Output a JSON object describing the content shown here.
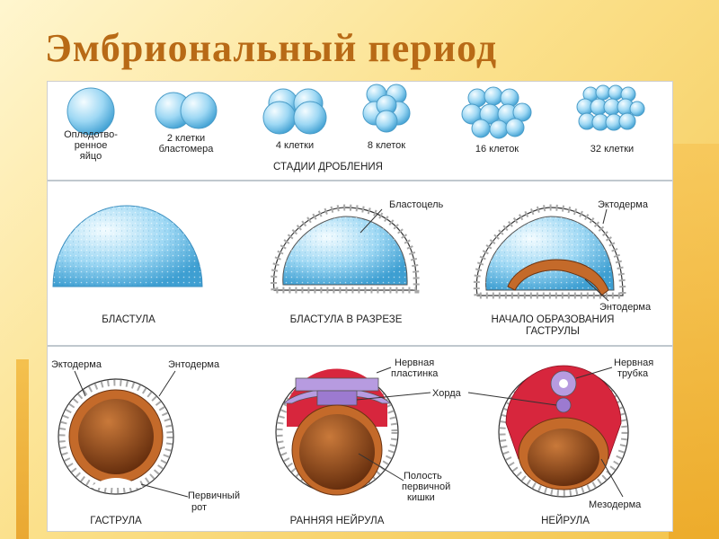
{
  "title": "Эмбриональный период",
  "cleavage": {
    "stage_labels": [
      [
        "Оплодотво-",
        "ренное",
        "яйцо"
      ],
      [
        "2 клетки",
        "бластомера"
      ],
      [
        "4 клетки"
      ],
      [
        "8 клеток"
      ],
      [
        "16 клеток"
      ],
      [
        "32 клетки"
      ]
    ],
    "caption": "СТАДИИ ДРОБЛЕНИЯ"
  },
  "blastula_row": {
    "captions": [
      "БЛАСТУЛА",
      "БЛАСТУЛА В РАЗРЕЗЕ",
      "НАЧАЛО ОБРАЗОВАНИЯ",
      "ГАСТРУЛЫ"
    ],
    "labels": {
      "blastocoel": "Бластоцель",
      "ectoderm": "Эктодерма",
      "endoderm": "Энтодерма"
    }
  },
  "gastrula_row": {
    "captions": [
      "ГАСТРУЛА",
      "РАННЯЯ НЕЙРУЛА",
      "НЕЙРУЛА"
    ],
    "labels": {
      "ectoderm": "Эктодерма",
      "endoderm": "Энтодерма",
      "primary_mouth": [
        "Первичный",
        "рот"
      ],
      "neural_plate": [
        "Нервная",
        "пластинка"
      ],
      "chord": "Хорда",
      "gut_cavity": [
        "Полость",
        "первичной",
        "кишки"
      ],
      "neural_tube": [
        "Нервная",
        "трубка"
      ],
      "mesoderm": "Мезодерма"
    }
  },
  "colors": {
    "title": "#b86a16",
    "cell_blue": "#8fd0f0",
    "endoderm": "#c46a2a",
    "yolk": "#7a3a12",
    "neural": "#b79be0",
    "mesoderm": "#d7263d"
  }
}
